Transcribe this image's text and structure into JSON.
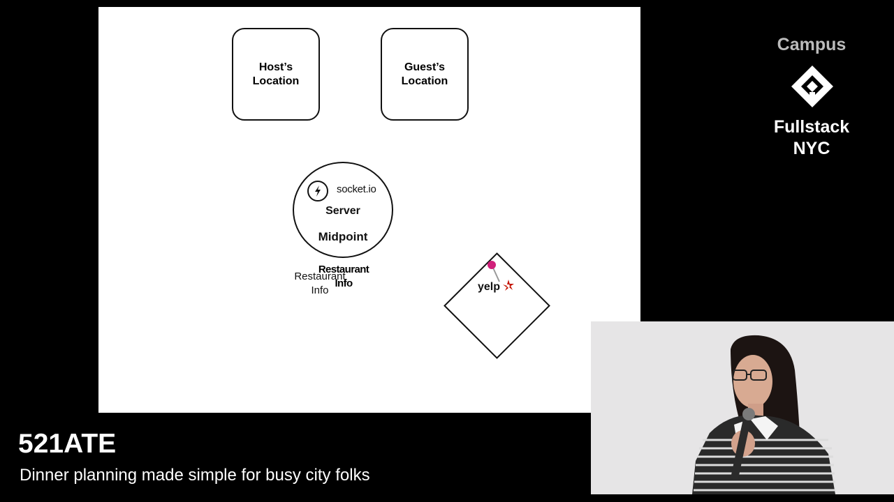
{
  "slide": {
    "host_location": "Host’s\nLocation",
    "guest_location": "Guest’s\nLocation",
    "socketio_text": "socket.io",
    "server_label": "Server",
    "midpoint_label": "Midpoint",
    "restaurant_info_a": "Restaurant\nInfo",
    "restaurant_info_b": "Restaurant\nInfo",
    "yelp_text": "yelp"
  },
  "branding": {
    "campus": "Campus",
    "name": "Fullstack\nNYC"
  },
  "caption": {
    "title": "521ATE",
    "subtitle": "Dinner planning made simple for busy city folks"
  },
  "colors": {
    "background": "#000000",
    "slide_background": "#ffffff",
    "yelp_red": "#c41200",
    "pin_magenta": "#d0207a"
  }
}
